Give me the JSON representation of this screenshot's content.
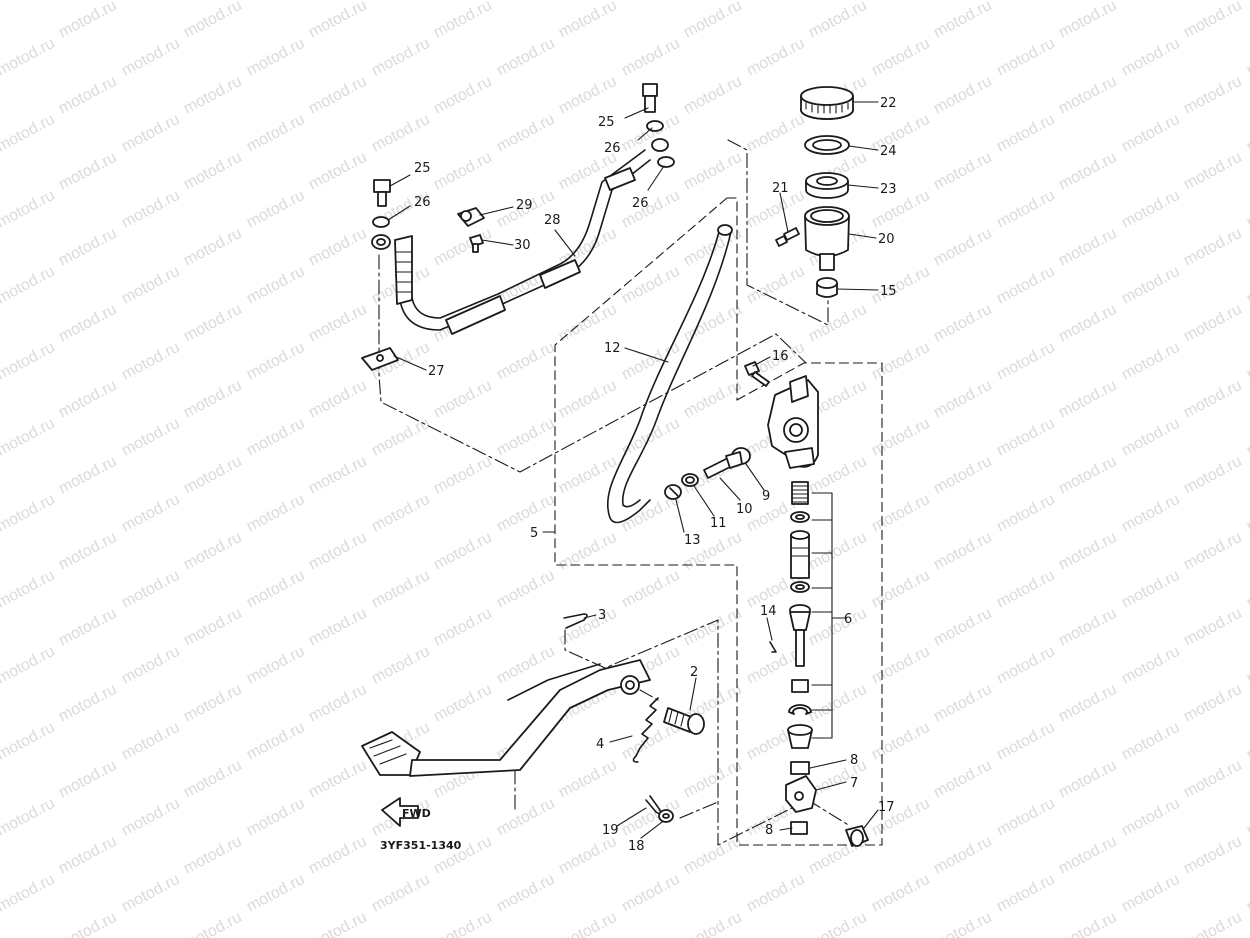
{
  "diagram_code": "3YF351-1340",
  "fwd_label": "FWD",
  "watermark": "motod.ru",
  "callouts": [
    {
      "id": "c1",
      "label": "22"
    },
    {
      "id": "c2",
      "label": "24"
    },
    {
      "id": "c3",
      "label": "23"
    },
    {
      "id": "c4",
      "label": "21"
    },
    {
      "id": "c5",
      "label": "20"
    },
    {
      "id": "c6",
      "label": "15"
    },
    {
      "id": "c7",
      "label": "16"
    },
    {
      "id": "c8",
      "label": "25"
    },
    {
      "id": "c9",
      "label": "26"
    },
    {
      "id": "c10",
      "label": "26"
    },
    {
      "id": "c11",
      "label": "25"
    },
    {
      "id": "c12",
      "label": "26"
    },
    {
      "id": "c13",
      "label": "29"
    },
    {
      "id": "c14",
      "label": "28"
    },
    {
      "id": "c15",
      "label": "30"
    },
    {
      "id": "c16",
      "label": "27"
    },
    {
      "id": "c17",
      "label": "12"
    },
    {
      "id": "c18",
      "label": "9"
    },
    {
      "id": "c19",
      "label": "10"
    },
    {
      "id": "c20",
      "label": "11"
    },
    {
      "id": "c21",
      "label": "13"
    },
    {
      "id": "c22",
      "label": "5"
    },
    {
      "id": "c23",
      "label": "6"
    },
    {
      "id": "c24",
      "label": "14"
    },
    {
      "id": "c25",
      "label": "3"
    },
    {
      "id": "c26",
      "label": "2"
    },
    {
      "id": "c27",
      "label": "4"
    },
    {
      "id": "c28",
      "label": "8"
    },
    {
      "id": "c29",
      "label": "7"
    },
    {
      "id": "c30",
      "label": "8"
    },
    {
      "id": "c31",
      "label": "17"
    },
    {
      "id": "c32",
      "label": "19"
    },
    {
      "id": "c33",
      "label": "18"
    }
  ]
}
